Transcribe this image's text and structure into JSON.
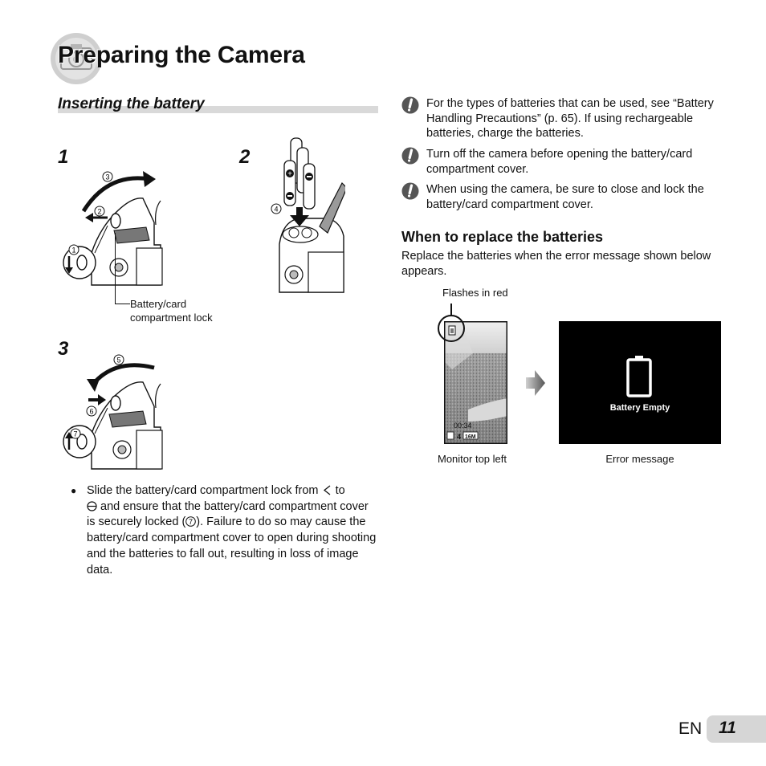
{
  "page": {
    "title": "Preparing the Camera",
    "lang": "EN",
    "number": "11"
  },
  "section": {
    "heading": "Inserting the battery",
    "steps": [
      "1",
      "2",
      "3"
    ],
    "circled_labels": [
      "1",
      "2",
      "3",
      "4",
      "5",
      "6",
      "7"
    ],
    "lock_label_line1": "Battery/card",
    "lock_label_line2": "compartment lock"
  },
  "bullet": {
    "part1": "Slide the battery/card compartment lock from",
    "part2": "to",
    "part3": "and ensure that the battery/card compartment cover is securely locked (",
    "circled": "7",
    "part4": "). Failure to do so may cause the battery/card compartment cover to open during shooting and the batteries to fall out, resulting in loss of image data."
  },
  "cautions": [
    "For the types of batteries that can be used, see “Battery Handling Precautions” (p. 65). If using rechargeable batteries, charge the batteries.",
    "Turn off the camera before opening the battery/card compartment cover.",
    "When using the camera, be sure to close and lock the battery/card compartment cover."
  ],
  "replace": {
    "heading": "When to replace the batteries",
    "description": "Replace the batteries when the error message shown below appears.",
    "flash_label": "Flashes in red",
    "monitor_readout": "00:34",
    "monitor_count": "4",
    "monitor_size": "16M",
    "error_text": "Battery Empty",
    "monitor_caption": "Monitor top left",
    "error_caption": "Error message"
  },
  "icons": {
    "title": "camera-circle-icon",
    "caution": "exclamation-icon",
    "unlock": "unlock-icon",
    "lock": "lock-icon",
    "arrow": "arrow-right-icon",
    "battery": "battery-empty-icon"
  }
}
